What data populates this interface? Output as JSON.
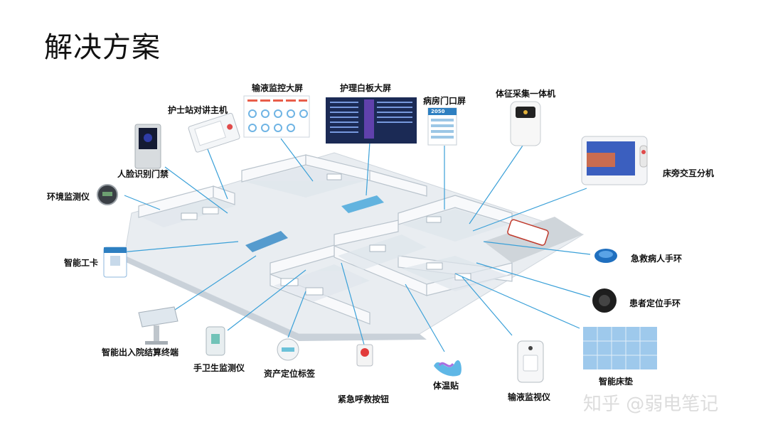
{
  "title": "解决方案",
  "devices": {
    "infusion_screen": "输液监控大屏",
    "whiteboard": "护理白板大屏",
    "nurse_station": "护士站对讲主机",
    "ward_door": "病房门口屏",
    "vitals": "体征采集一体机",
    "face_access": "人脸识别门禁",
    "env_monitor": "环境监测仪",
    "bedside": "床旁交互分机",
    "smart_card": "智能工卡",
    "emergency_band": "急救病人手环",
    "patient_band": "患者定位手环",
    "checkout_terminal": "智能出入院结算终端",
    "hand_hygiene": "手卫生监测仪",
    "asset_tag": "资产定位标签",
    "call_button": "紧急呼救按钮",
    "thermo_patch": "体温贴",
    "infusion_monitor": "输液监视仪",
    "smart_mattress": "智能床垫"
  },
  "door_screen_value": "2050",
  "watermark": "知乎 @弱电笔记",
  "colors": {
    "line": "#3aa0d8",
    "accent": "#1e73be",
    "floor": "#eef1f4",
    "wall": "#f7f8fa"
  }
}
